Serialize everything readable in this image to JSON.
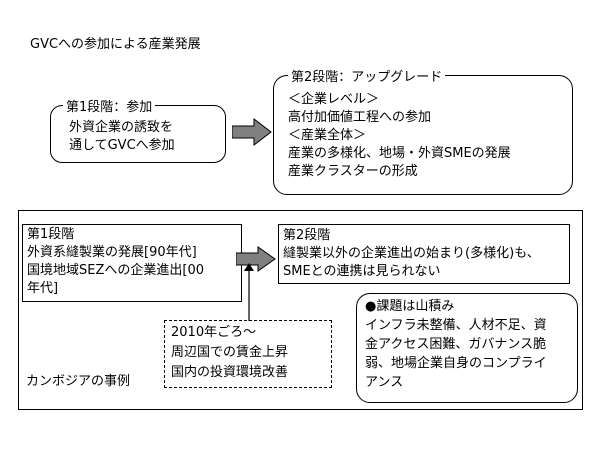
{
  "title": "GVCへの参加による産業発展",
  "top": {
    "stage1": {
      "label": "第1段階：参加",
      "lines": [
        "外資企業の誘致を",
        "通してGVCへ参加"
      ]
    },
    "stage2": {
      "label": "第2段階：アップグレード",
      "lines": [
        "＜企業レベル＞",
        "高付加価値工程への参加",
        "＜産業全体＞",
        "産業の多様化、地場・外資SMEの発展",
        "産業クラスターの形成"
      ]
    }
  },
  "bottom": {
    "stage1": {
      "lines": [
        "第1段階",
        "外資系縫製業の発展[90年代]",
        "国境地域SEZへの企業進出[00",
        "年代]"
      ]
    },
    "stage2": {
      "lines": [
        "第2段階",
        "縫製業以外の企業進出の始まり(多様化)も、",
        "SMEとの連携は見られない"
      ]
    },
    "circa": {
      "lines": [
        "2010年ごろ～",
        "周辺国での賃金上昇",
        "国内の投資環境改善"
      ]
    },
    "issues": {
      "lines": [
        "●課題は山積み",
        "インフラ未整備、人材不足、資",
        "金アクセス困難、ガバナンス脆",
        "弱、地場企業自身のコンプライ",
        "アンス"
      ]
    },
    "caption": "カンボジアの事例"
  },
  "colors": {
    "arrow": "#808080",
    "stroke": "#000000"
  }
}
